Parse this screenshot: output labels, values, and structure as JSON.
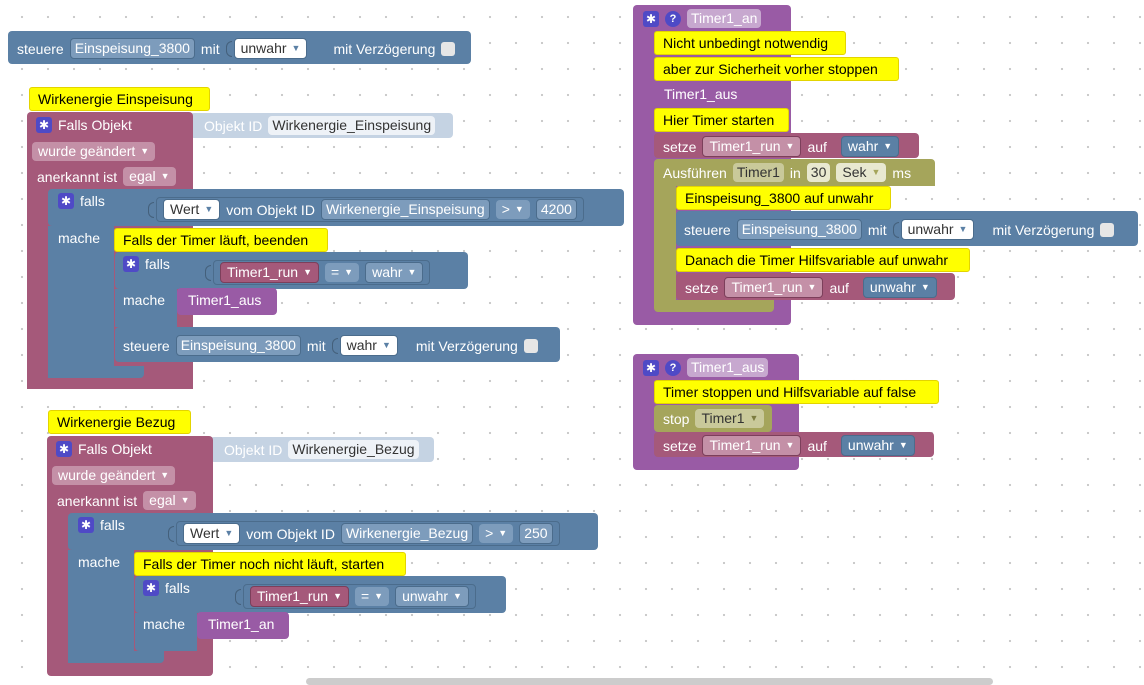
{
  "top_steuere": {
    "prefix": "steuere",
    "target": "Einspeisung_3800",
    "mit": "mit",
    "value": "unwahr",
    "delay": "mit Verzögerung"
  },
  "wirk_einsp": {
    "comment": "Wirkenergie Einspeisung",
    "falls_objekt": "Falls Objekt",
    "objekt_id_label": "Objekt ID",
    "objekt_id": "Wirkenergie_Einspeisung",
    "wurde": "wurde geändert",
    "anerkannt_label": "anerkannt ist",
    "anerkannt": "egal",
    "falls": "falls",
    "mache": "mache",
    "wert": "Wert",
    "vom_objekt": "vom Objekt ID",
    "cond_obj": "Wirkenergie_Einspeisung",
    "op": ">",
    "number": "4200",
    "note": "Falls der Timer läuft, beenden",
    "inner_falls": "falls",
    "inner_mache": "mache",
    "timer_var": "Timer1_run",
    "eq": "=",
    "inner_val": "wahr",
    "call": "Timer1_aus",
    "steuere": "steuere",
    "steuere_target": "Einspeisung_3800",
    "mit": "mit",
    "steuere_val": "wahr",
    "delay": "mit Verzögerung"
  },
  "wirk_bezug": {
    "comment": "Wirkenergie Bezug",
    "falls_objekt": "Falls Objekt",
    "objekt_id_label": "Objekt ID",
    "objekt_id": "Wirkenergie_Bezug",
    "wurde": "wurde geändert",
    "anerkannt_label": "anerkannt ist",
    "anerkannt": "egal",
    "falls": "falls",
    "mache": "mache",
    "wert": "Wert",
    "vom_objekt": "vom Objekt ID",
    "cond_obj": "Wirkenergie_Bezug",
    "op": ">",
    "number": "250",
    "note": "Falls der Timer noch nicht läuft, starten",
    "inner_falls": "falls",
    "inner_mache": "mache",
    "timer_var": "Timer1_run",
    "eq": "=",
    "inner_val": "unwahr",
    "call": "Timer1_an"
  },
  "func_an": {
    "name": "Timer1_an",
    "note1": "Nicht unbedingt notwendig",
    "note2": "aber zur Sicherheit vorher stoppen",
    "call": "Timer1_aus",
    "note3": "Hier Timer starten",
    "setze": "setze",
    "var": "Timer1_run",
    "auf": "auf",
    "val": "wahr",
    "ausfuehren": "Ausführen",
    "timer": "Timer1",
    "in": "in",
    "num": "30",
    "unit": "Sek",
    "ms": "ms",
    "note4": "Einspeisung_3800 auf unwahr",
    "steuere": "steuere",
    "steuere_target": "Einspeisung_3800",
    "mit": "mit",
    "steuere_val": "unwahr",
    "delay": "mit Verzögerung",
    "note5": "Danach die Timer Hilfsvariable auf unwahr",
    "setze2": "setze",
    "var2": "Timer1_run",
    "auf2": "auf",
    "val2": "unwahr"
  },
  "func_aus": {
    "name": "Timer1_aus",
    "note": "Timer stoppen und Hilfsvariable auf false",
    "stop": "stop",
    "timer": "Timer1",
    "setze": "setze",
    "var": "Timer1_run",
    "auf": "auf",
    "val": "unwahr"
  },
  "colors": {
    "event": "#a5597a",
    "logic": "#5b80a5",
    "procedure": "#995ba5",
    "timer": "#a5a55b",
    "comment": "#ffff00"
  }
}
